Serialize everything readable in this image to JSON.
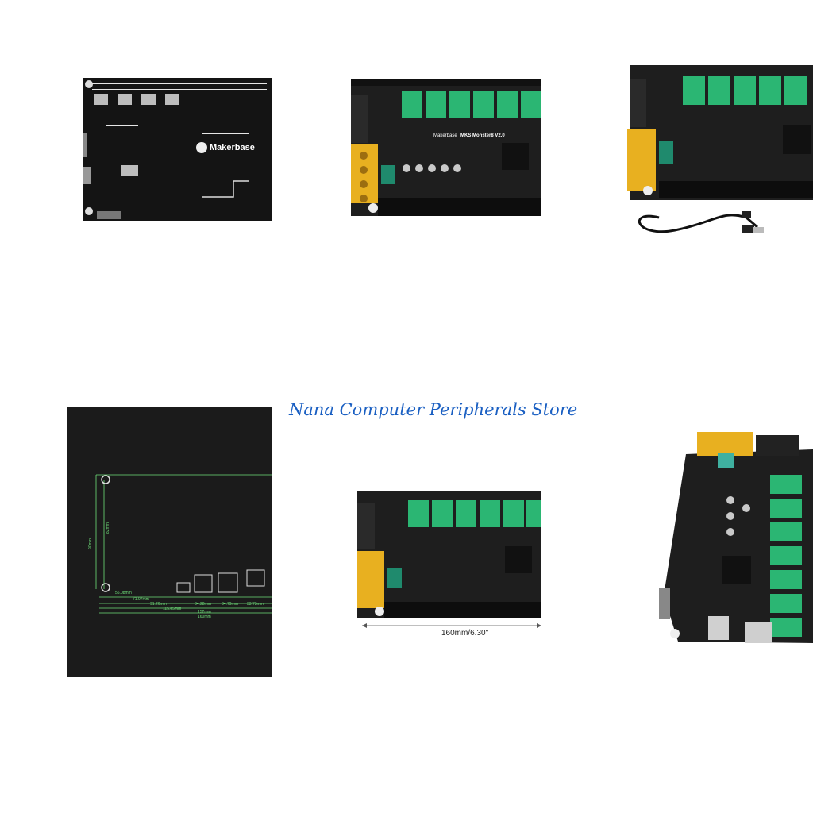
{
  "watermark": {
    "store_name": "Nana Computer Peripherals Store"
  },
  "board_back": {
    "brand": "Makerbase"
  },
  "board_front": {
    "label_brand": "Makerbase",
    "label_model": "MKS Monster8 V2.0"
  },
  "dimension_photo": {
    "labels": [
      "56.08mm",
      "71.97mm",
      "91.26mm",
      "34.28mm",
      "34.79mm",
      "33.73mm",
      "115.85mm",
      "152mm",
      "160mm",
      "90mm",
      "82mm"
    ]
  },
  "width_photo": {
    "caption": "160mm/6.30\""
  },
  "colors": {
    "pcb": "#1e1e1e",
    "stepper_green": "#2bb673",
    "terminal_yellow": "#e8b020",
    "dimension_green": "#6fe07a",
    "watermark_blue": "#1a5fc2"
  }
}
